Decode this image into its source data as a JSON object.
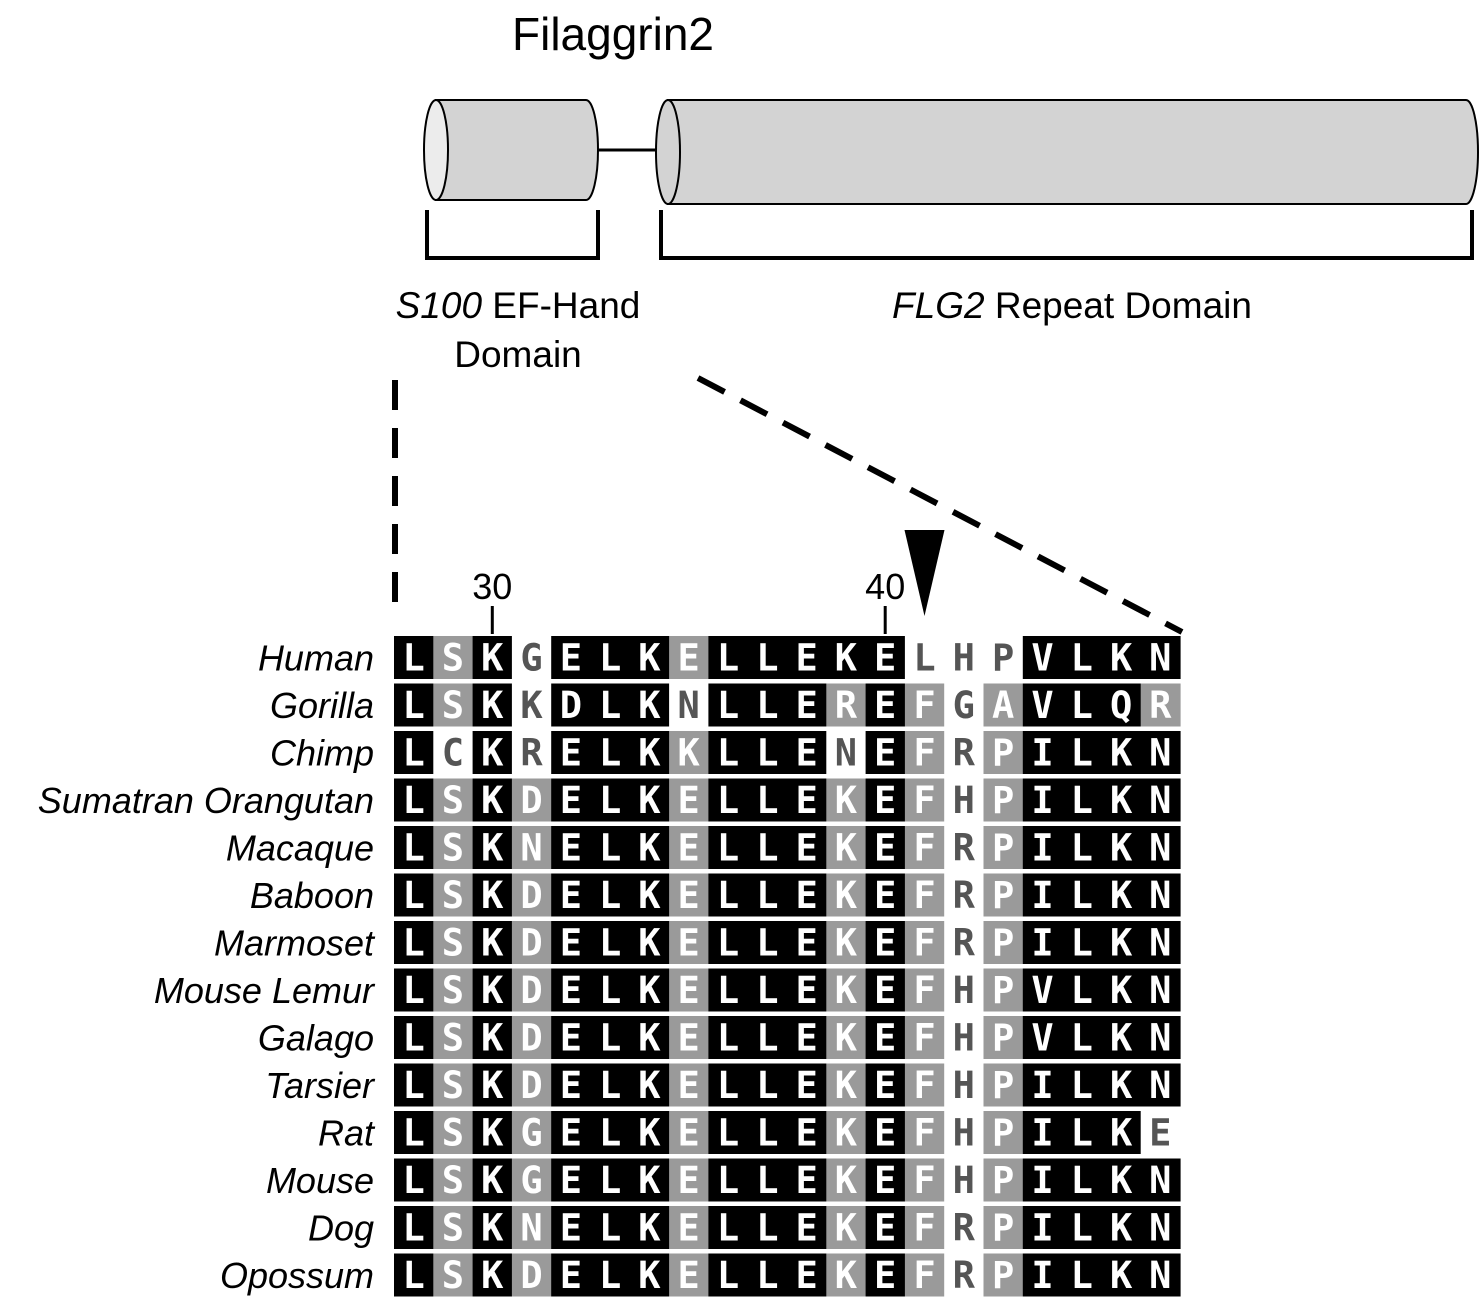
{
  "diagram": {
    "title": "Filaggrin2",
    "domains": [
      {
        "label_italic": "S100",
        "label_rest": " EF-Hand",
        "label_line2": "Domain"
      },
      {
        "label_italic": "FLG2",
        "label_rest": " Repeat Domain",
        "label_line2": ""
      }
    ]
  },
  "alignment": {
    "position_markers": [
      {
        "label": "30",
        "column": 2
      },
      {
        "label": "40",
        "column": 12
      }
    ],
    "arrow_column": 13,
    "species": [
      {
        "name": "Human",
        "seq": "LSKGELKELLEKELHPVLKN"
      },
      {
        "name": "Gorilla",
        "seq": "LSKKDLKNLLEREFGAVLQR"
      },
      {
        "name": "Chimp",
        "seq": "LCKRELKKLLENEFRPILKN"
      },
      {
        "name": "Sumatran Orangutan",
        "seq": "LSKDELKELLEKEFHPILKN"
      },
      {
        "name": "Macaque",
        "seq": "LSKNELKELLEKEFRPILKN"
      },
      {
        "name": "Baboon",
        "seq": "LSKDELKELLEKEFRPILKN"
      },
      {
        "name": "Marmoset",
        "seq": "LSKDELKELLEKEFRPILKN"
      },
      {
        "name": "Mouse Lemur",
        "seq": "LSKDELKELLEKEFHPVLKN"
      },
      {
        "name": "Galago",
        "seq": "LSKDELKELLEKEFHPVLKN"
      },
      {
        "name": "Tarsier",
        "seq": "LSKDELKELLEKEFHPILKN"
      },
      {
        "name": "Rat",
        "seq": "LSKGELKELLEKEFHPILKE"
      },
      {
        "name": "Mouse",
        "seq": "LSKGELKELLEKEFHPILKN"
      },
      {
        "name": "Dog",
        "seq": "LSKNELKELLEKEFRPILKN"
      },
      {
        "name": "Opossum",
        "seq": "LSKDELKELLEKEFRPILKN"
      }
    ],
    "shading": [
      "BgBwBBBgBBBBBwwwBBBB",
      "BgBwBBBwBBBgBgwgBBBg",
      "BwBwBBBgBBBwBgwgBBBB",
      "BgBgBBBgBBBgBgwgBBBB",
      "BgBgBBBgBBBgBgwgBBBB",
      "BgBgBBBgBBBgBgwgBBBB",
      "BgBgBBBgBBBgBgwgBBBB",
      "BgBgBBBgBBBgBgwgBBBB",
      "BgBgBBBgBBBgBgwgBBBB",
      "BgBgBBBgBBBgBgwgBBBB",
      "BgBgBBBgBBBgBgwgBBBw",
      "BgBgBBBgBBBgBgwgBBBB",
      "BgBgBBBgBBBgBgwgBBBB",
      "BgBgBBBgBBBgBgwgBBBB"
    ],
    "shade_colors": {
      "B": "#000000",
      "g": "#9a9a9a",
      "w": "#ffffff"
    },
    "text_colors": {
      "B": "#ffffff",
      "g": "#ffffff",
      "w": "#555555"
    }
  }
}
